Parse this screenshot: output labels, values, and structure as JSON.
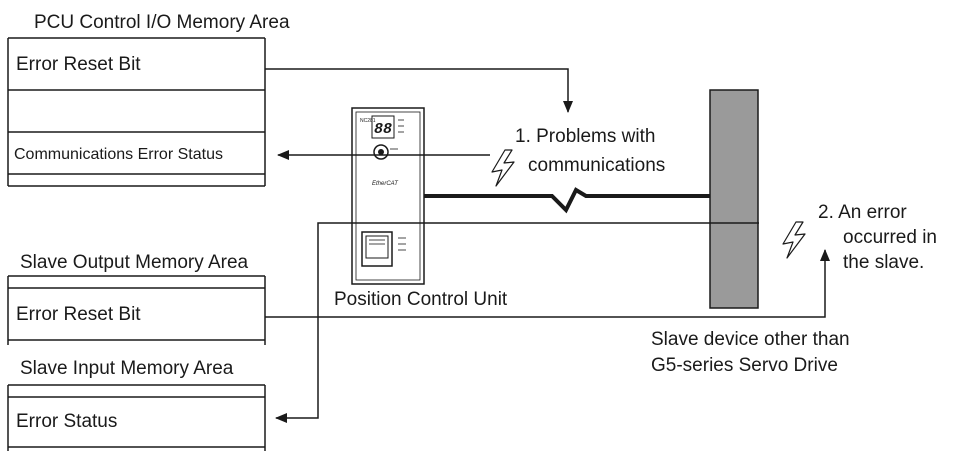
{
  "pcu_area": {
    "title": "PCU Control I/O Memory Area",
    "error_reset_bit": "Error Reset Bit",
    "comm_error_status": "Communications Error Status"
  },
  "slave_output": {
    "title": "Slave Output Memory Area",
    "error_reset_bit": "Error Reset Bit"
  },
  "slave_input": {
    "title": "Slave Input Memory Area",
    "error_status": "Error Status"
  },
  "unit": {
    "label": "Position Control Unit",
    "display": "88",
    "model": "NC281",
    "network_logo": "EtherCAT"
  },
  "slave_device": {
    "label_line1": "Slave device other than",
    "label_line2": "G5-series Servo Drive"
  },
  "annotations": {
    "problem_line1": "1. Problems with",
    "problem_line2": "communications",
    "error_line1": "2. An error",
    "error_line2": "occurred in",
    "error_line3": "the slave."
  },
  "icons": [
    "lightning-icon",
    "rotary-switch-icon",
    "rj45-port-icon"
  ],
  "colors": {
    "device_fill": "#9a9a9a",
    "stroke": "#1a1a1a"
  }
}
